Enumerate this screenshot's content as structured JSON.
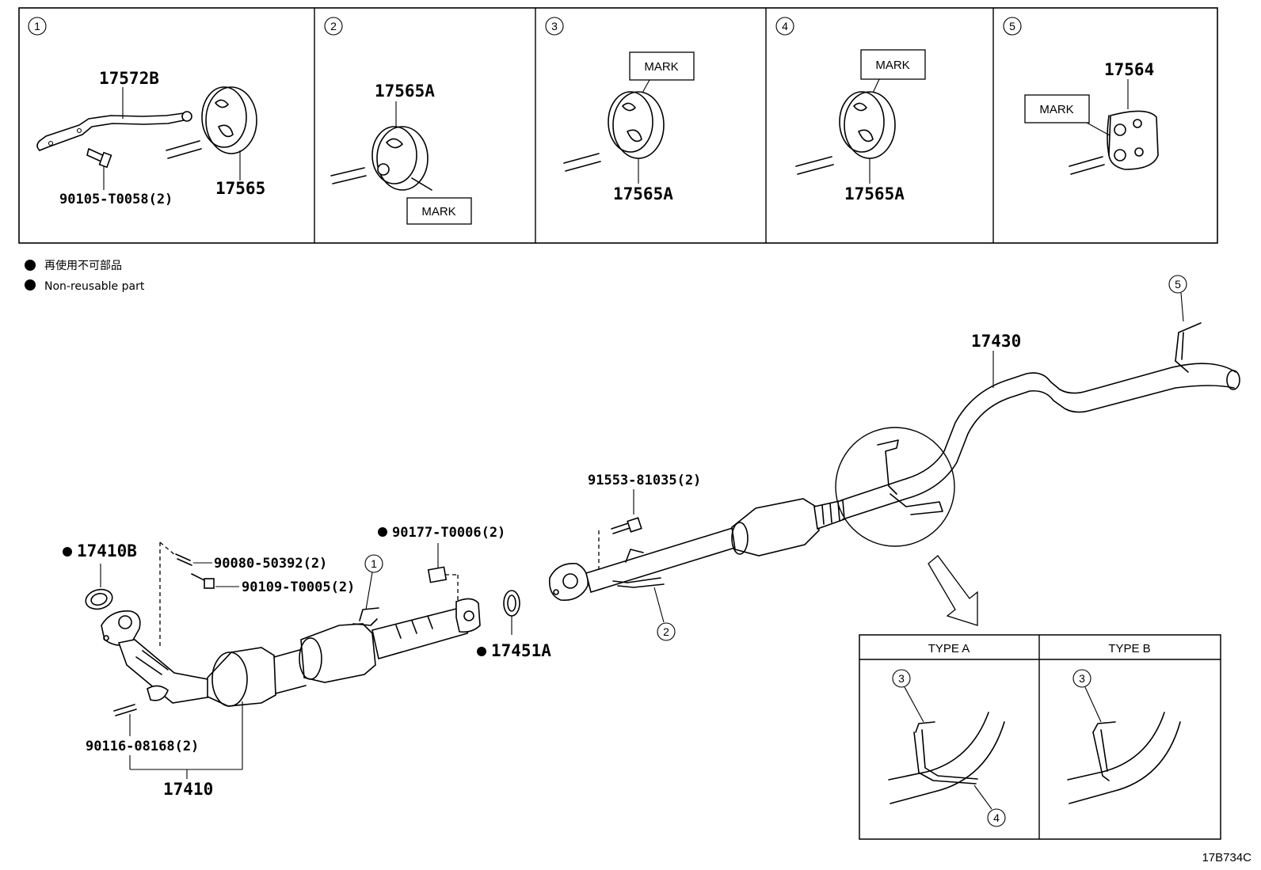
{
  "detail_panels": [
    {
      "num": "1",
      "parts": [
        "17572B",
        "90105-T0058(2)",
        "17565"
      ]
    },
    {
      "num": "2",
      "parts": [
        "17565A"
      ],
      "mark": "MARK"
    },
    {
      "num": "3",
      "parts": [
        "17565A"
      ],
      "mark": "MARK"
    },
    {
      "num": "4",
      "parts": [
        "17565A"
      ],
      "mark": "MARK"
    },
    {
      "num": "5",
      "parts": [
        "17564"
      ],
      "mark": "MARK"
    }
  ],
  "legend": {
    "jp": "再使用不可部品",
    "en": "Non-reusable part"
  },
  "main_parts": {
    "p17430": "17430",
    "p91553": "91553-81035(2)",
    "p90177": "90177-T0006(2)",
    "p17410B": "17410B",
    "p90080": "90080-50392(2)",
    "p90109": "90109-T0005(2)",
    "p17451A": "17451A",
    "p90116": "90116-08168(2)",
    "p17410": "17410"
  },
  "callouts": [
    "1",
    "2",
    "3",
    "4",
    "5"
  ],
  "types": {
    "a": "TYPE A",
    "b": "TYPE B"
  },
  "diagram_code": "17B734C"
}
